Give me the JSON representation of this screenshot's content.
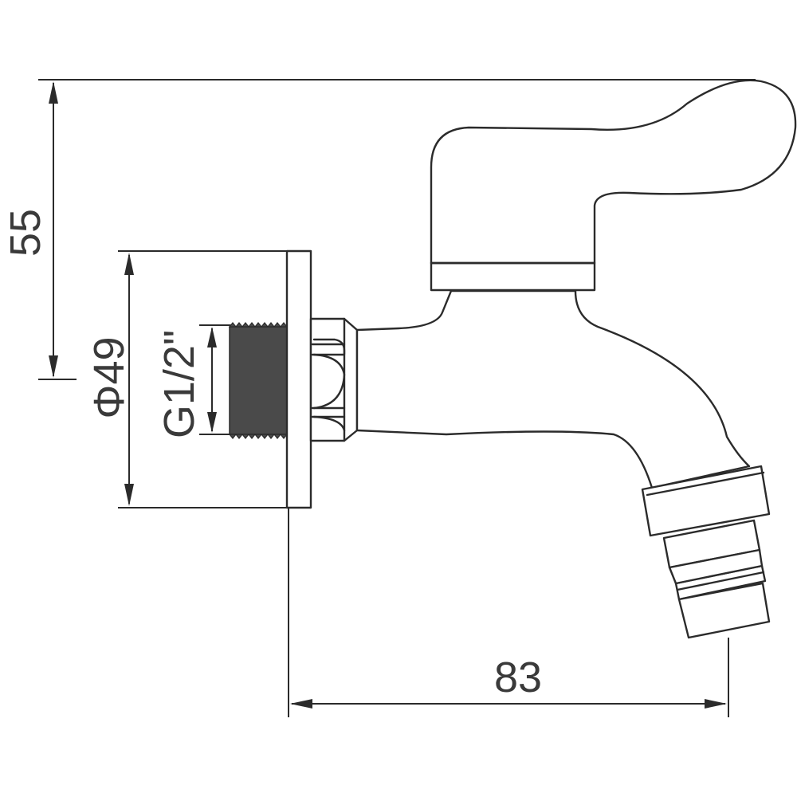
{
  "dimensions": {
    "height": "55",
    "flange_diameter": "Φ49",
    "thread": "G1/2\"",
    "length": "83"
  },
  "colors": {
    "line": "#2b2b2b",
    "thread_fill": "#4a4a4a",
    "background": "#ffffff"
  }
}
